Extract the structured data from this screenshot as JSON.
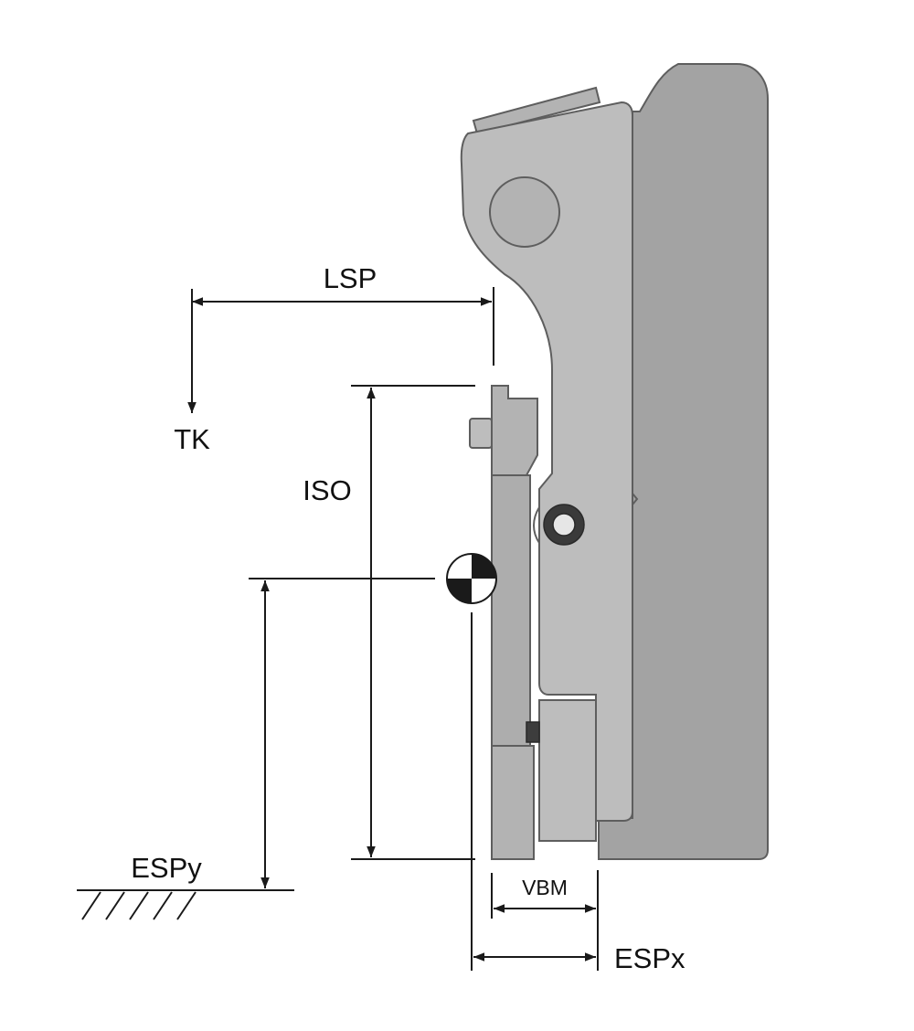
{
  "labels": {
    "lsp": "LSP",
    "tk": "TK",
    "iso": "ISO",
    "espy": "ESPy",
    "vbm": "VBM",
    "espx": "ESPx"
  },
  "colors": {
    "frame_fill": "#a3a3a3",
    "arm_fill": "#bdbdbd",
    "plate_fill": "#b3b3b3",
    "outline": "#5e5e5e",
    "dim_line": "#1a1a1a",
    "background": "#ffffff"
  },
  "icons": {
    "center_of_gravity": "center-of-gravity-icon",
    "ground": "ground-hatch-icon"
  }
}
